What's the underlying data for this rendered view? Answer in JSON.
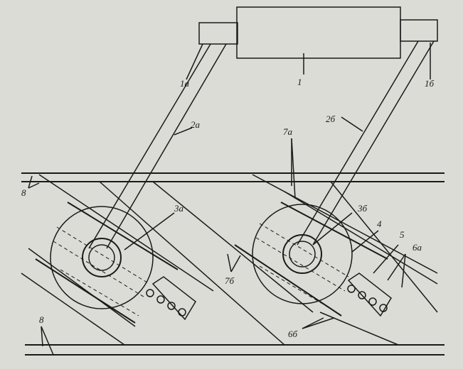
{
  "labels": {
    "unit": "1",
    "conn_a": "1а",
    "conn_b": "1б",
    "rod_a": "2а",
    "rod_b": "2б",
    "drum_a": "3а",
    "drum_b": "3б",
    "part4": "4",
    "part5": "5",
    "guide_6a": "6а",
    "guide_6b": "6б",
    "guide_7a": "7а",
    "guide_7b": "7б",
    "rail_8": "8",
    "rail_bottom": "8"
  },
  "colors": {
    "paper": "#dcdcd6",
    "ink": "#1a1a1a"
  }
}
